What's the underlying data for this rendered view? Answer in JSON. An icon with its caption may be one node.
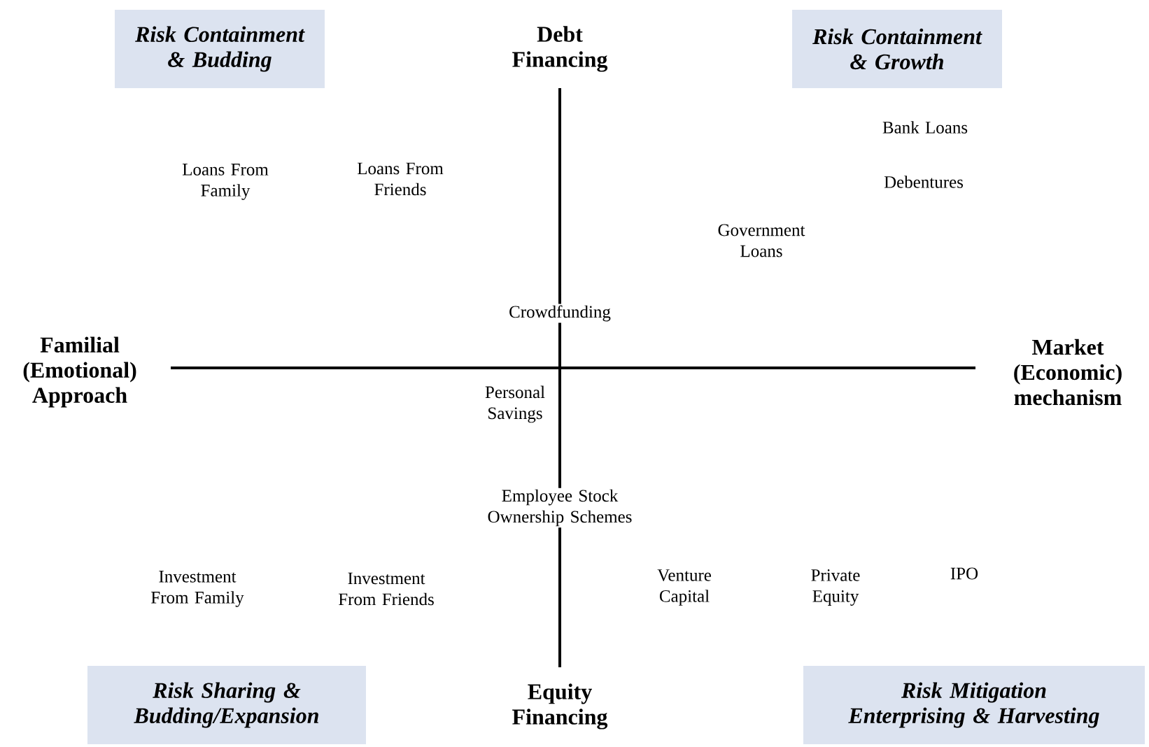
{
  "diagram": {
    "nodes": [
      {
        "text": [
          "Risk Containment & Budding"
        ]
      },
      {
        "text": [
          "Risk Containment & Growth"
        ]
      },
      {
        "text": [
          "Risk Sharing & Budding/Expansion"
        ]
      },
      {
        "text": [
          "Risk Mitigation Enterprising & Harvesting"
        ]
      }
    ],
    "labels": [
      "Debt Financing",
      "Bank Loans",
      "Loans From Family",
      "Loans From Friends",
      "Debentures",
      "Government Loans",
      "Crowdfunding",
      "Familial (Emotional) Approach",
      "Market (Economic) mechanism",
      "Personal Savings",
      "Employee Stock Ownership Schemes",
      "IPO",
      "Investment From Family",
      "Investment From Friends",
      "Venture Capital",
      "Private Equity",
      "Equity Financing"
    ]
  }
}
